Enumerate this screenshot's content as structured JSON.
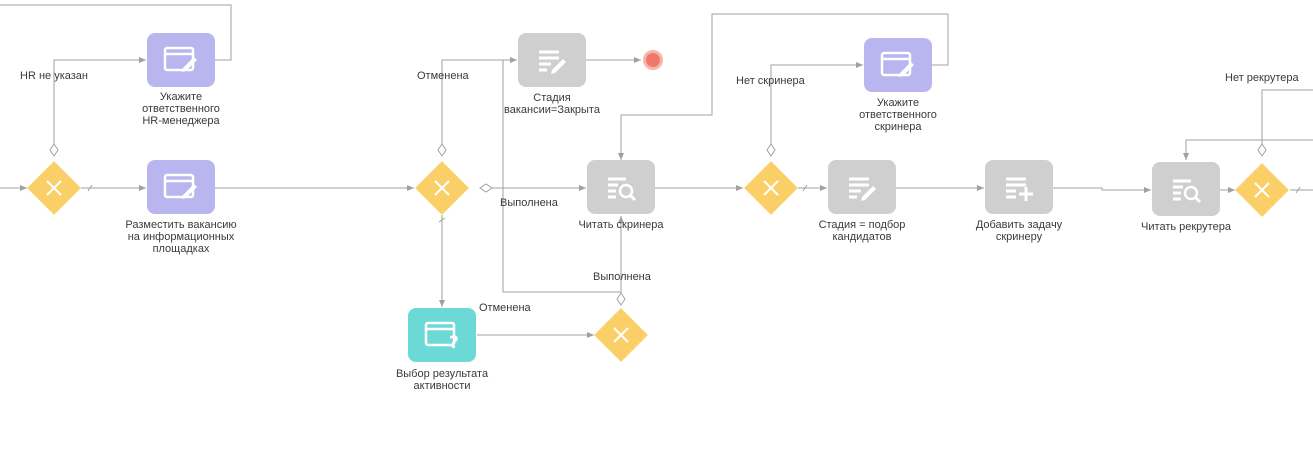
{
  "tasks": {
    "hr_manager": "Укажите\nответственного\nHR-менеджера",
    "publish": "Разместить вакансию\nна информационных\nплощадках",
    "stage_closed": "Стадия\nвакансии=Закрыта",
    "read_screener": "Читать скринера",
    "screener_assign": "Укажите\nответственного\nскринера",
    "stage_selection": "Стадия = подбор\nкандидатов",
    "add_task": "Добавить задачу\nскринеру",
    "read_recruiter": "Читать рекрутера",
    "result_choice": "Выбор результата\nактивности"
  },
  "flows": {
    "hr_not_set": "HR не указан",
    "cancelled_top": "Отменена",
    "done_mid": "Выполнена",
    "no_screener": "Нет скринера",
    "done_lower": "Выполнена",
    "cancelled_lower": "Отменена",
    "no_recruiter": "Нет рекрутера"
  },
  "colors": {
    "user_task": "#b9b5ee",
    "script_task": "#cfcfcf",
    "activity_task": "#6dd9d6",
    "gateway": "#fbcf68",
    "end_event": "#f0786a",
    "flow_line": "#a0a0a0"
  }
}
